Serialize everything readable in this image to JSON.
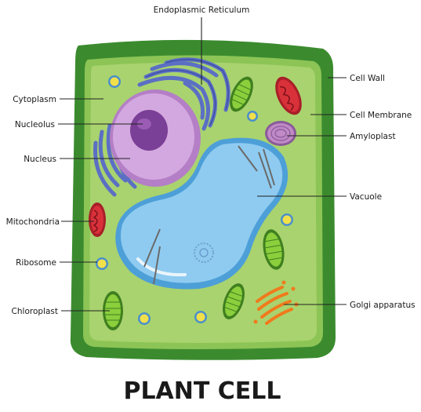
{
  "title": "PLANT CELL",
  "labels": {
    "endoplasmic_reticulum": "Endoplasmic Reticulum",
    "cytoplasm": "Cytoplasm",
    "nucleolus": "Nucleolus",
    "nucleus": "Nucleus",
    "mitochondria": "Mitochondria",
    "ribosome": "Ribosome",
    "chloroplast": "Chloroplast",
    "cell_wall": "Cell Wall",
    "cell_membrane": "Cell Membrane",
    "amyloplast": "Amyloplast",
    "vacuole": "Vacuole",
    "golgi_apparatus": "Golgi apparatus"
  },
  "colors": {
    "cell_wall": "#3b8b2e",
    "cytoplasm": "#a9d36f",
    "vacuole": "#8fcbf0",
    "nucleus": "#c99ad6",
    "nucleolus": "#7a3f96",
    "er": "#5b6fc4",
    "mitochondria": "#d9313a",
    "chloroplast": "#6fb52e",
    "ribosome": "#f2e04a",
    "golgi": "#f07a1c",
    "amyloplast": "#c08ac6"
  }
}
